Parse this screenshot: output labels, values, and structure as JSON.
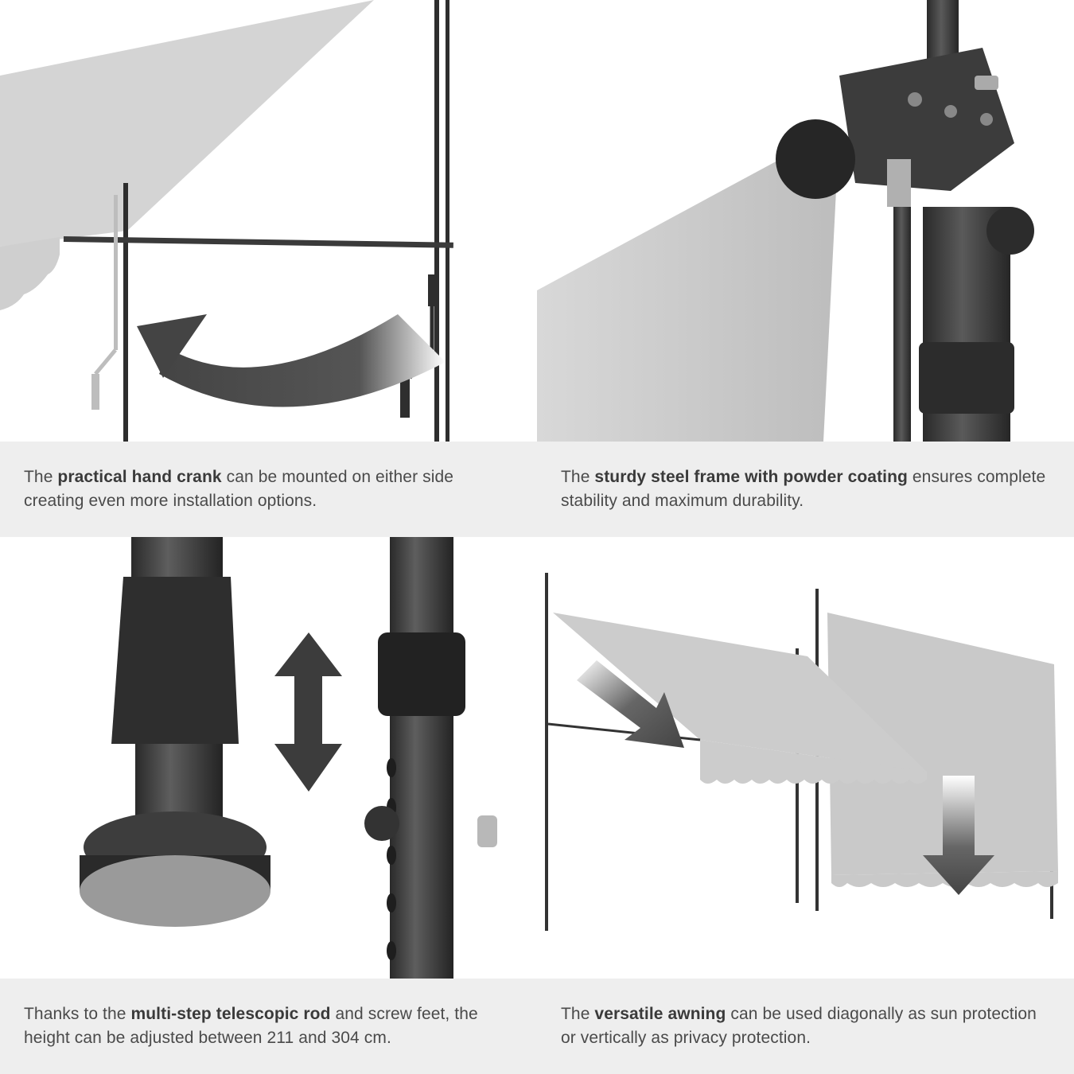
{
  "panels": [
    {
      "id": "hand-crank",
      "caption": {
        "pre": "The ",
        "bold": "practical hand crank",
        "post": " can be mounted on either side creating even more installation options."
      },
      "image_alt": "Awning frame with hand crank and curved arrow showing crank can switch sides"
    },
    {
      "id": "steel-frame",
      "caption": {
        "pre": "The ",
        "bold": "sturdy steel frame with powder coating",
        "post": " ensures complete stability and maximum durability."
      },
      "image_alt": "Close-up of powder coated steel pole bracket with fabric"
    },
    {
      "id": "telescopic-rod",
      "caption": {
        "pre": "Thanks to the ",
        "bold": "multi-step telescopic rod",
        "post": " and screw feet, the height can be adjusted between 211 and 304 cm."
      },
      "image_alt": "Screw foot and telescopic rod with up-down arrow"
    },
    {
      "id": "versatile-awning",
      "caption": {
        "pre": "The ",
        "bold": "versatile awning",
        "post": " can be used diagonally as sun protection or vertically as privacy protection."
      },
      "image_alt": "Two awnings, one diagonal and one vertical, with arrows"
    }
  ],
  "colors": {
    "caption_bg": "#eeeeee",
    "caption_text": "#4a4a4a",
    "fabric": "#d2d2d2",
    "frame": "#3c3c3c",
    "arrow": "#4a4a4a"
  }
}
